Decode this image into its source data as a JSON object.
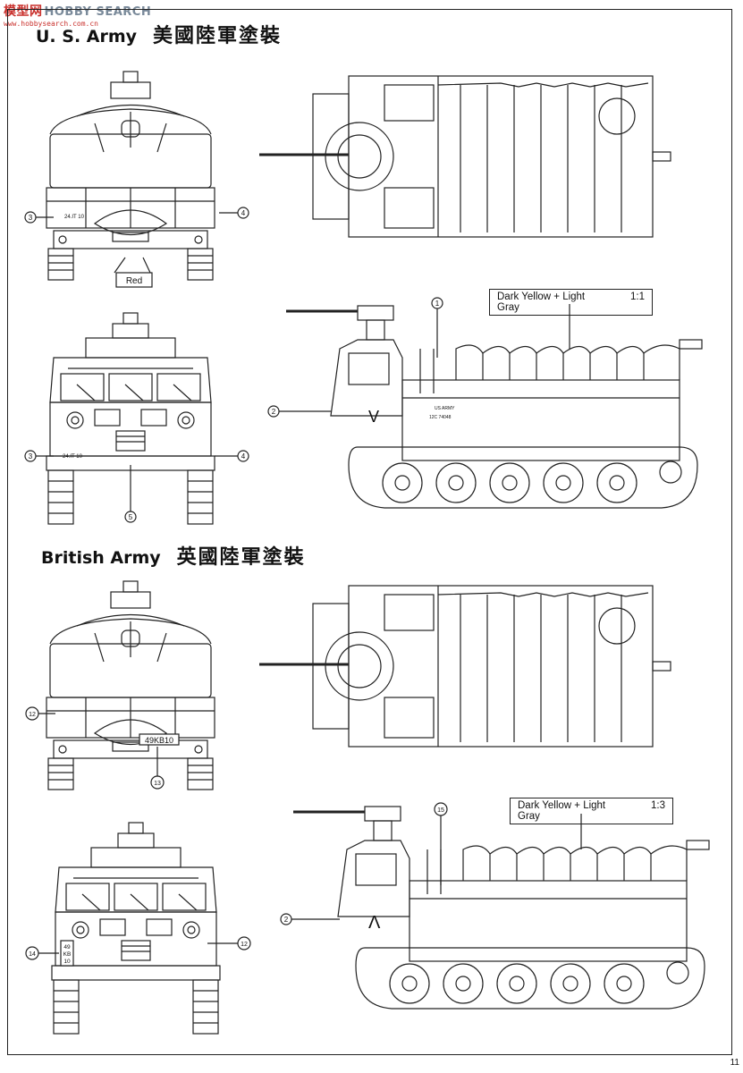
{
  "watermark": {
    "cn": "模型网",
    "en": "HOBBY SEARCH",
    "url": "www.hobbysearch.com.cn"
  },
  "sections": {
    "us": {
      "title_en": "U. S. Army",
      "title_zh": "美國陸軍塗裝"
    },
    "british": {
      "title_en": "British Army",
      "title_zh": "英國陸軍塗裝"
    }
  },
  "labels": {
    "red": "Red",
    "us_paint": {
      "text": "Dark Yellow + Light Gray",
      "ratio": "1:1"
    },
    "british_paint": {
      "text": "Dark Yellow + Light Gray",
      "ratio": "1:3"
    },
    "us_plate": "24.IT 10",
    "us_markings": "US ARMY",
    "us_serial": "12C 74048",
    "british_plate": "49KB10",
    "british_plate_stack": [
      "49",
      "KB",
      "10"
    ],
    "chevron_us": "V",
    "chevron_british": "Λ"
  },
  "callouts": {
    "c1": "1",
    "c2": "2",
    "c3": "3",
    "c4": "4",
    "c5": "5",
    "c12": "12",
    "c13": "13",
    "c14": "14",
    "c15": "15"
  },
  "page_number": "11"
}
